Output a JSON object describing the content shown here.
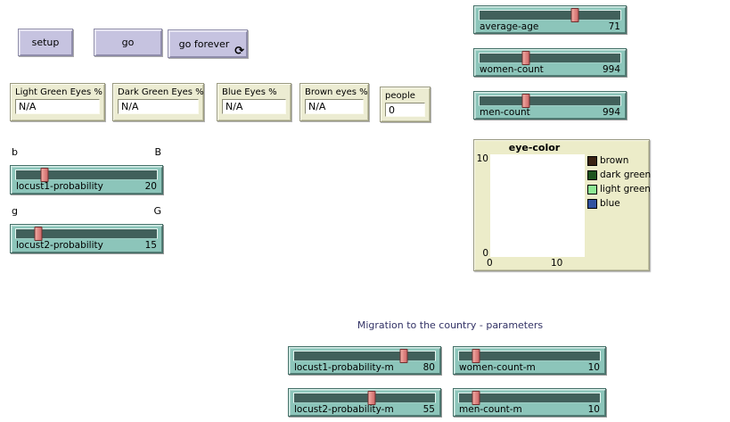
{
  "buttons": {
    "setup": "setup",
    "go": "go",
    "go_forever": "go forever",
    "go_forever_icon": "⟳"
  },
  "monitors": [
    {
      "label": "Light Green Eyes %",
      "value": "N/A"
    },
    {
      "label": "Dark Green Eyes %",
      "value": "N/A"
    },
    {
      "label": "Blue Eyes %",
      "value": "N/A"
    },
    {
      "label": "Brown eyes %",
      "value": "N/A"
    },
    {
      "label": "people",
      "value": "0"
    }
  ],
  "range_labels": {
    "b_min": "b",
    "b_max": "B",
    "g_min": "g",
    "g_max": "G"
  },
  "sliders": [
    {
      "name": "locust1-probability",
      "value": "20",
      "handle_left": "20%"
    },
    {
      "name": "locust2-probability",
      "value": "15",
      "handle_left": "16%"
    },
    {
      "name": "average-age",
      "value": "71",
      "handle_left": "68%"
    },
    {
      "name": "women-count",
      "value": "994",
      "handle_left": "33%"
    },
    {
      "name": "men-count",
      "value": "994",
      "handle_left": "33%"
    },
    {
      "name": "locust1-probability-m",
      "value": "80",
      "handle_left": "78%"
    },
    {
      "name": "locust2-probability-m",
      "value": "55",
      "handle_left": "55%"
    },
    {
      "name": "women-count-m",
      "value": "10",
      "handle_left": "12%"
    },
    {
      "name": "men-count-m",
      "value": "10",
      "handle_left": "12%"
    }
  ],
  "plot": {
    "title": "eye-color",
    "y_max_tick": "10",
    "y_min_tick": "0",
    "x_min_tick": "0",
    "x_max_tick": "10",
    "legend": [
      {
        "label": "brown",
        "color": "#3A2313"
      },
      {
        "label": "dark green",
        "color": "#1D541D"
      },
      {
        "label": "light green",
        "color": "#8DE793"
      },
      {
        "label": "blue",
        "color": "#3253A0"
      }
    ]
  },
  "section_label": "Migration to the country - parameters"
}
